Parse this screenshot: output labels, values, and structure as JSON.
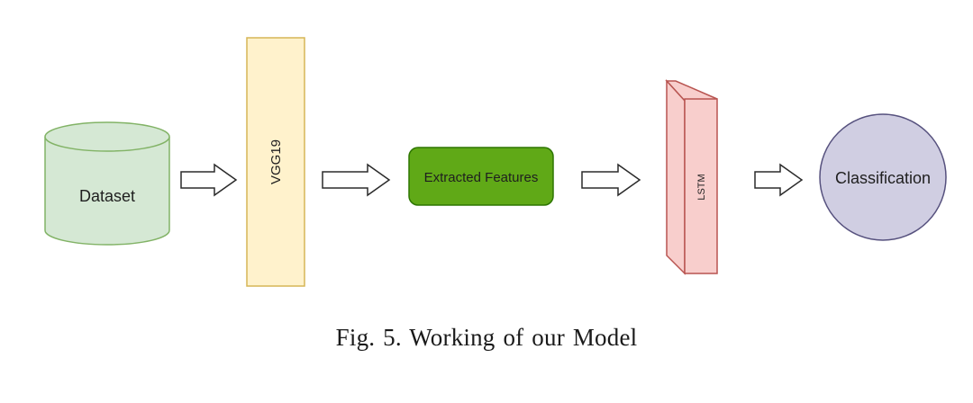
{
  "diagram": {
    "nodes": {
      "dataset": {
        "label": "Dataset",
        "fill": "#d5e8d4",
        "stroke": "#82b366"
      },
      "vgg19": {
        "label": "VGG19",
        "fill": "#fff2cc",
        "stroke": "#d6b656"
      },
      "extracted_features": {
        "label": "Extracted Features",
        "fill": "#60a917",
        "stroke": "#2d7600",
        "text_color": "#ffffff"
      },
      "lstm": {
        "label": "LSTM",
        "fill": "#f8cecc",
        "stroke": "#b85450"
      },
      "classification": {
        "label": "Classification",
        "fill": "#d0cee2",
        "stroke": "#56517e"
      }
    },
    "edges": [
      {
        "from": "dataset",
        "to": "vgg19"
      },
      {
        "from": "vgg19",
        "to": "extracted_features"
      },
      {
        "from": "extracted_features",
        "to": "lstm"
      },
      {
        "from": "lstm",
        "to": "classification"
      }
    ]
  },
  "caption": {
    "text": "Fig. 5.  Working of our Model"
  }
}
